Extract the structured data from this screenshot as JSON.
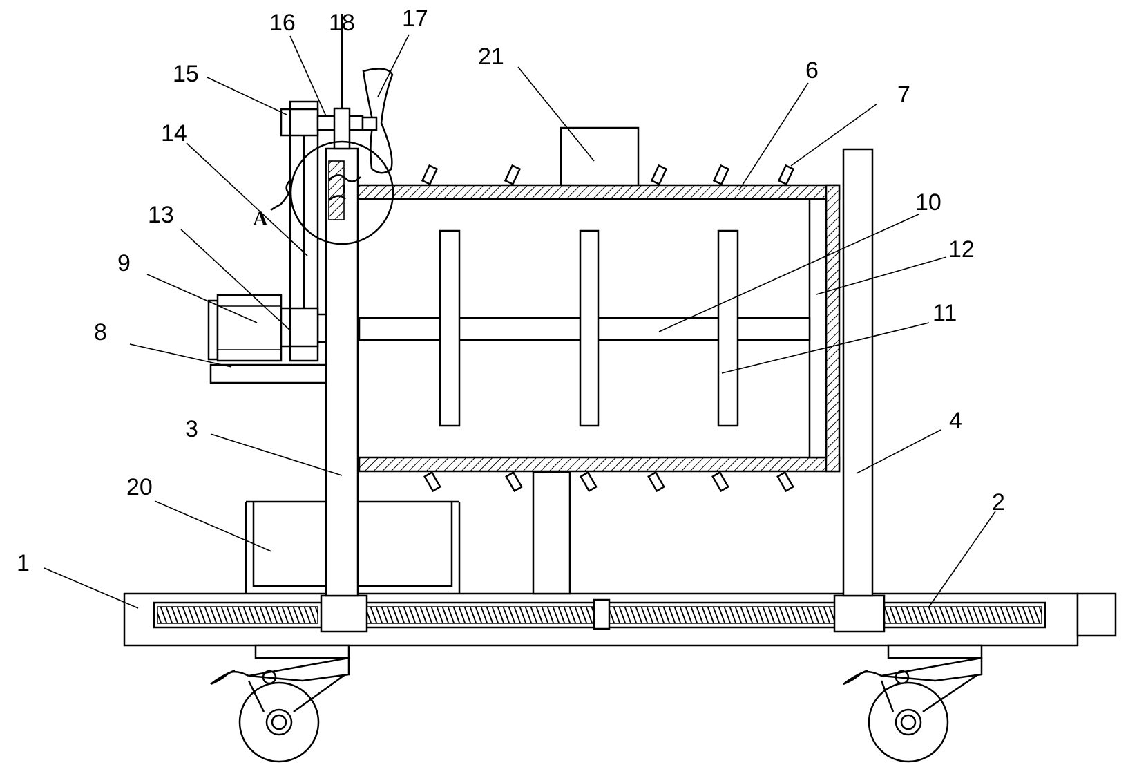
{
  "detail_label": "A",
  "callouts": [
    {
      "id": "c1",
      "text": "1"
    },
    {
      "id": "c2",
      "text": "2"
    },
    {
      "id": "c3",
      "text": "3"
    },
    {
      "id": "c4",
      "text": "4"
    },
    {
      "id": "c6",
      "text": "6"
    },
    {
      "id": "c7",
      "text": "7"
    },
    {
      "id": "c8",
      "text": "8"
    },
    {
      "id": "c9",
      "text": "9"
    },
    {
      "id": "c10",
      "text": "10"
    },
    {
      "id": "c11",
      "text": "11"
    },
    {
      "id": "c12",
      "text": "12"
    },
    {
      "id": "c13",
      "text": "13"
    },
    {
      "id": "c14",
      "text": "14"
    },
    {
      "id": "c15",
      "text": "15"
    },
    {
      "id": "c16",
      "text": "16"
    },
    {
      "id": "c17",
      "text": "17"
    },
    {
      "id": "c18",
      "text": "18"
    },
    {
      "id": "c20",
      "text": "20"
    },
    {
      "id": "c21",
      "text": "21"
    }
  ]
}
